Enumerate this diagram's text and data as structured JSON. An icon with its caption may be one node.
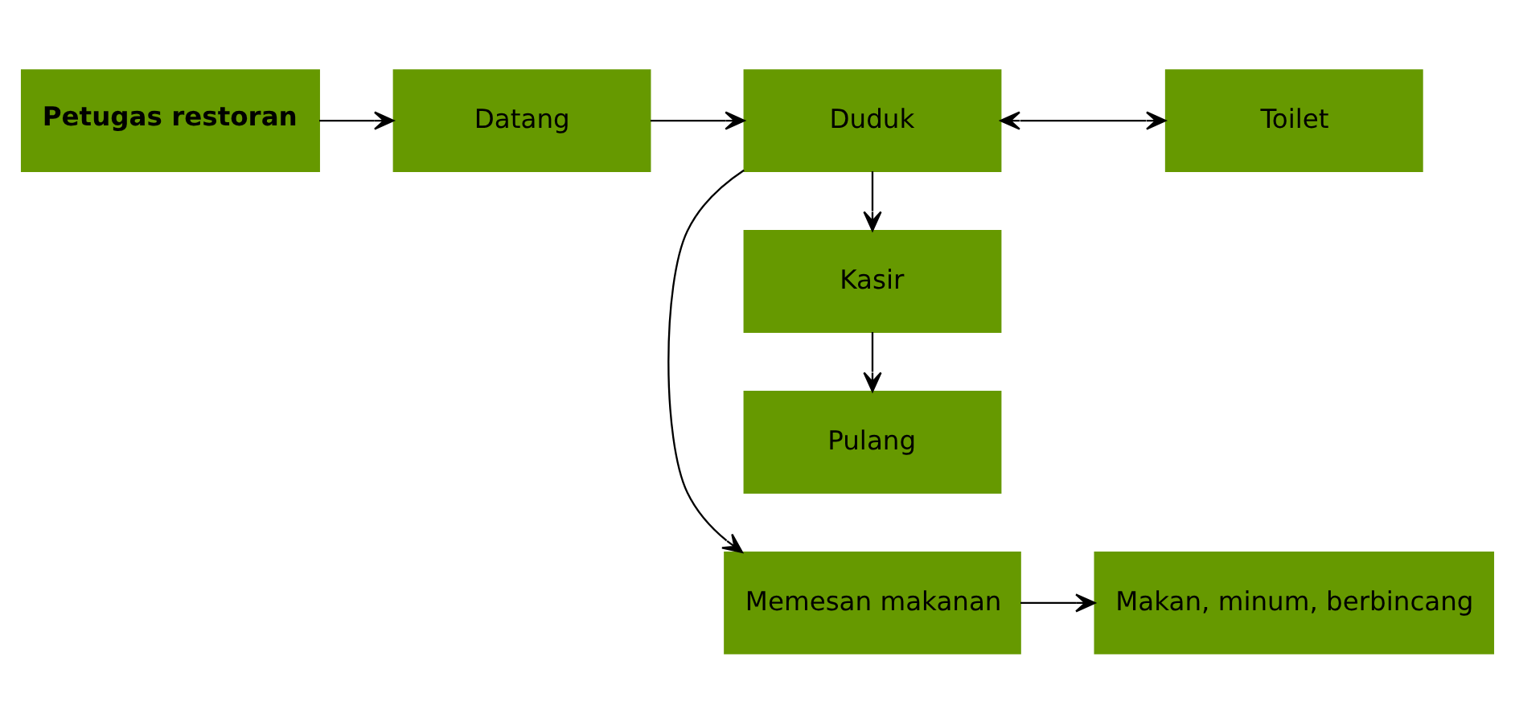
{
  "diagram": {
    "nodes": [
      {
        "text": [
          "Memesan makanan"
        ]
      },
      {
        "text": [
          "Makan, minum, berbincang"
        ]
      },
      {
        "text": [
          "Petugas restoran"
        ]
      },
      {
        "text": [
          "Datang"
        ]
      },
      {
        "text": [
          "Duduk"
        ]
      },
      {
        "text": [
          "Toilet"
        ]
      },
      {
        "text": [
          "Kasir"
        ]
      },
      {
        "text": [
          "Pulang"
        ]
      }
    ],
    "edges": [
      {
        "from": 2,
        "to": 3,
        "arrow": "to"
      },
      {
        "from": 3,
        "to": 4,
        "arrow": "to"
      },
      {
        "from": 4,
        "to": 0,
        "arrow": "to"
      },
      {
        "from": 0,
        "to": 1,
        "arrow": "to"
      },
      {
        "from": 4,
        "to": 5,
        "arrow": "both"
      },
      {
        "from": 4,
        "to": 6,
        "arrow": "to"
      },
      {
        "from": 6,
        "to": 7,
        "arrow": "to"
      }
    ]
  }
}
